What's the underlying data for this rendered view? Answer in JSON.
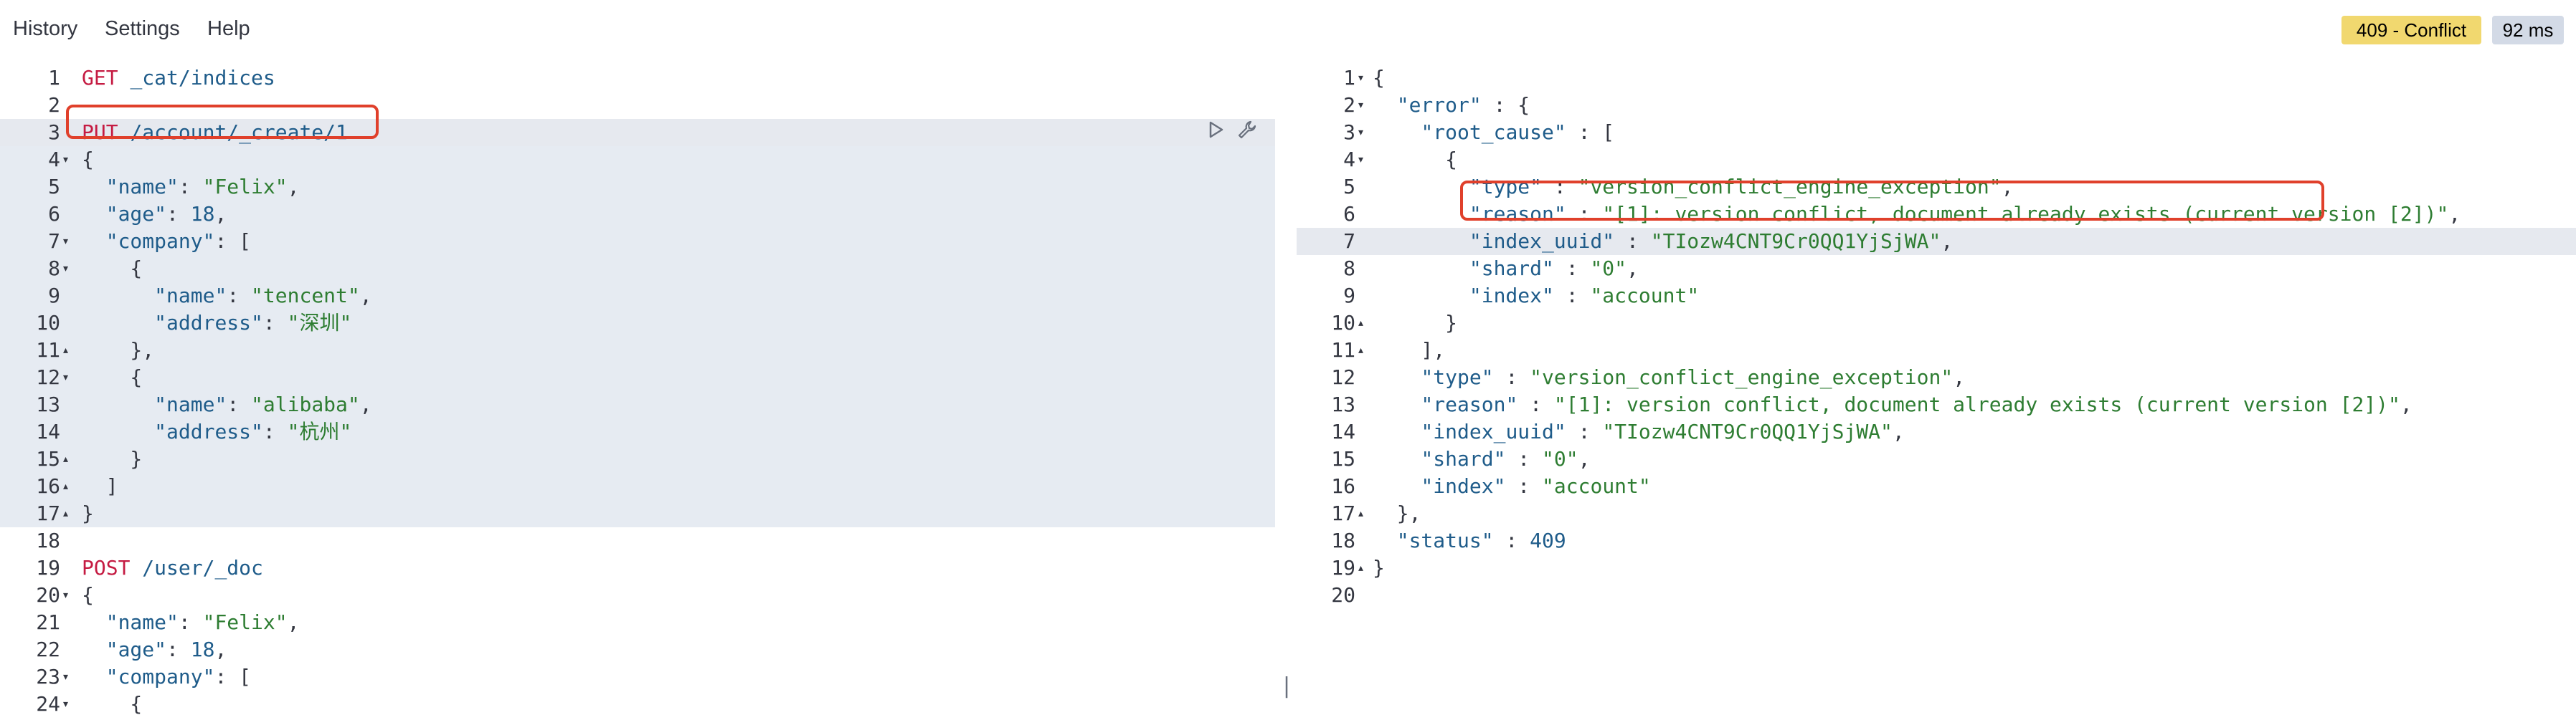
{
  "menu": {
    "history": "History",
    "settings": "Settings",
    "help": "Help"
  },
  "status": {
    "code_label": "409 - Conflict",
    "time_label": "92 ms",
    "conflict_color": "#f1d86f"
  },
  "icons": {
    "run": "play-icon",
    "settings": "wrench-icon",
    "divider": "resize-handle-icon"
  },
  "divider_glyph": "||",
  "request_editor": {
    "lines": [
      {
        "n": "1",
        "fold": "",
        "text": "GET _cat/indices"
      },
      {
        "n": "2",
        "fold": "",
        "text": ""
      },
      {
        "n": "3",
        "fold": "",
        "text": "PUT /account/_create/1"
      },
      {
        "n": "4",
        "fold": "▾",
        "text": "{"
      },
      {
        "n": "5",
        "fold": "",
        "text": "  \"name\": \"Felix\","
      },
      {
        "n": "6",
        "fold": "",
        "text": "  \"age\": 18,"
      },
      {
        "n": "7",
        "fold": "▾",
        "text": "  \"company\": ["
      },
      {
        "n": "8",
        "fold": "▾",
        "text": "    {"
      },
      {
        "n": "9",
        "fold": "",
        "text": "      \"name\": \"tencent\","
      },
      {
        "n": "10",
        "fold": "",
        "text": "      \"address\": \"深圳\""
      },
      {
        "n": "11",
        "fold": "▴",
        "text": "    },"
      },
      {
        "n": "12",
        "fold": "▾",
        "text": "    {"
      },
      {
        "n": "13",
        "fold": "",
        "text": "      \"name\": \"alibaba\","
      },
      {
        "n": "14",
        "fold": "",
        "text": "      \"address\": \"杭州\""
      },
      {
        "n": "15",
        "fold": "▴",
        "text": "    }"
      },
      {
        "n": "16",
        "fold": "▴",
        "text": "  ]"
      },
      {
        "n": "17",
        "fold": "▴",
        "text": "}"
      },
      {
        "n": "18",
        "fold": "",
        "text": ""
      },
      {
        "n": "19",
        "fold": "",
        "text": "POST /user/_doc"
      },
      {
        "n": "20",
        "fold": "▾",
        "text": "{"
      },
      {
        "n": "21",
        "fold": "",
        "text": "  \"name\": \"Felix\","
      },
      {
        "n": "22",
        "fold": "",
        "text": "  \"age\": 18,"
      },
      {
        "n": "23",
        "fold": "▾",
        "text": "  \"company\": ["
      },
      {
        "n": "24",
        "fold": "▾",
        "text": "    {"
      }
    ]
  },
  "response_viewer": {
    "lines": [
      {
        "n": "1",
        "fold": "▾",
        "text": "{"
      },
      {
        "n": "2",
        "fold": "▾",
        "text": "  \"error\" : {"
      },
      {
        "n": "3",
        "fold": "▾",
        "text": "    \"root_cause\" : ["
      },
      {
        "n": "4",
        "fold": "▾",
        "text": "      {"
      },
      {
        "n": "5",
        "fold": "",
        "text": "        \"type\" : \"version_conflict_engine_exception\","
      },
      {
        "n": "6",
        "fold": "",
        "text": "        \"reason\" : \"[1]: version conflict, document already exists (current version [2])\","
      },
      {
        "n": "7",
        "fold": "",
        "text": "        \"index_uuid\" : \"TIozw4CNT9Cr0QQ1YjSjWA\","
      },
      {
        "n": "8",
        "fold": "",
        "text": "        \"shard\" : \"0\","
      },
      {
        "n": "9",
        "fold": "",
        "text": "        \"index\" : \"account\""
      },
      {
        "n": "10",
        "fold": "▴",
        "text": "      }"
      },
      {
        "n": "11",
        "fold": "▴",
        "text": "    ],"
      },
      {
        "n": "12",
        "fold": "",
        "text": "    \"type\" : \"version_conflict_engine_exception\","
      },
      {
        "n": "13",
        "fold": "",
        "text": "    \"reason\" : \"[1]: version conflict, document already exists (current version [2])\","
      },
      {
        "n": "14",
        "fold": "",
        "text": "    \"index_uuid\" : \"TIozw4CNT9Cr0QQ1YjSjWA\","
      },
      {
        "n": "15",
        "fold": "",
        "text": "    \"shard\" : \"0\","
      },
      {
        "n": "16",
        "fold": "",
        "text": "    \"index\" : \"account\""
      },
      {
        "n": "17",
        "fold": "▴",
        "text": "  },"
      },
      {
        "n": "18",
        "fold": "",
        "text": "  \"status\" : 409"
      },
      {
        "n": "19",
        "fold": "▴",
        "text": "}"
      },
      {
        "n": "20",
        "fold": "",
        "text": ""
      }
    ]
  }
}
